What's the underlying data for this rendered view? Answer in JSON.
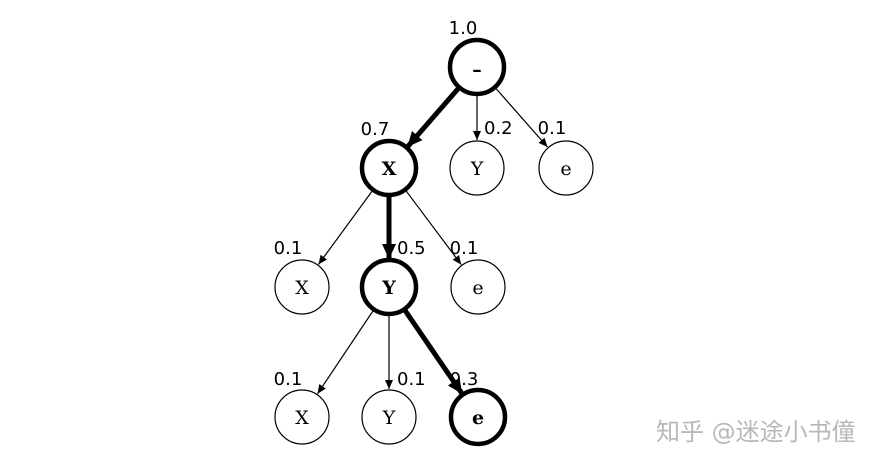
{
  "diagram": {
    "root": {
      "label": "–",
      "prob": "1.0",
      "highlight": true
    },
    "nodes": [
      {
        "id": "l1-x",
        "label": "X",
        "prob": "0.7",
        "highlight": true,
        "parent": "root"
      },
      {
        "id": "l1-y",
        "label": "Y",
        "prob": "0.2",
        "highlight": false,
        "parent": "root"
      },
      {
        "id": "l1-e",
        "label": "e",
        "prob": "0.1",
        "highlight": false,
        "parent": "root"
      },
      {
        "id": "l2-x",
        "label": "X",
        "prob": "0.1",
        "highlight": false,
        "parent": "l1-x"
      },
      {
        "id": "l2-y",
        "label": "Y",
        "prob": "0.5",
        "highlight": true,
        "parent": "l1-x"
      },
      {
        "id": "l2-e",
        "label": "e",
        "prob": "0.1",
        "highlight": false,
        "parent": "l1-x"
      },
      {
        "id": "l3-x",
        "label": "X",
        "prob": "0.1",
        "highlight": false,
        "parent": "l2-y"
      },
      {
        "id": "l3-y",
        "label": "Y",
        "prob": "0.1",
        "highlight": false,
        "parent": "l2-y"
      },
      {
        "id": "l3-e",
        "label": "e",
        "prob": "0.3",
        "highlight": true,
        "parent": "l2-y"
      }
    ]
  },
  "watermark": "知乎 @迷途小书僮"
}
